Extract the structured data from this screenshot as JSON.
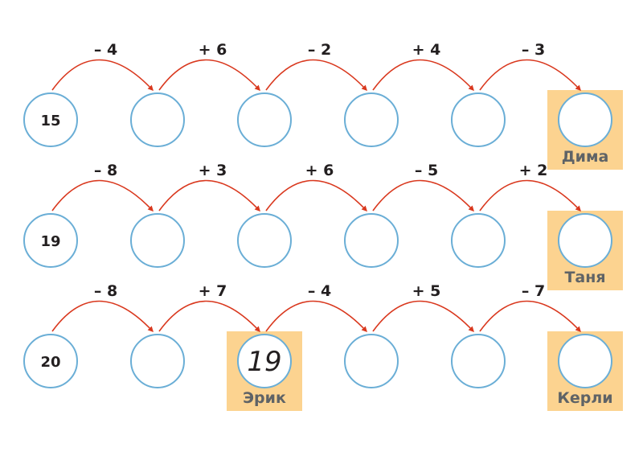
{
  "colors": {
    "circle_stroke": "#6aaed6",
    "arrow": "#d9381e",
    "highlight": "#fcd390",
    "label_text": "#5f6366",
    "text": "#231f20"
  },
  "chains": [
    {
      "start": "15",
      "ops": [
        "– 4",
        "+ 6",
        "– 2",
        "+ 4",
        "– 3"
      ],
      "values": [
        "15",
        "",
        "",
        "",
        "",
        ""
      ],
      "highlights": [
        {
          "index": 5,
          "name": "Дима"
        }
      ]
    },
    {
      "start": "19",
      "ops": [
        "– 8",
        "+ 3",
        "+ 6",
        "– 5",
        "+ 2"
      ],
      "values": [
        "19",
        "",
        "",
        "",
        "",
        ""
      ],
      "highlights": [
        {
          "index": 5,
          "name": "Таня"
        }
      ]
    },
    {
      "start": "20",
      "ops": [
        "– 8",
        "+ 7",
        "– 4",
        "+ 5",
        "– 7"
      ],
      "values": [
        "20",
        "",
        "19",
        "",
        "",
        ""
      ],
      "highlights": [
        {
          "index": 2,
          "name": "Эрик"
        },
        {
          "index": 5,
          "name": "Керли"
        }
      ]
    }
  ]
}
